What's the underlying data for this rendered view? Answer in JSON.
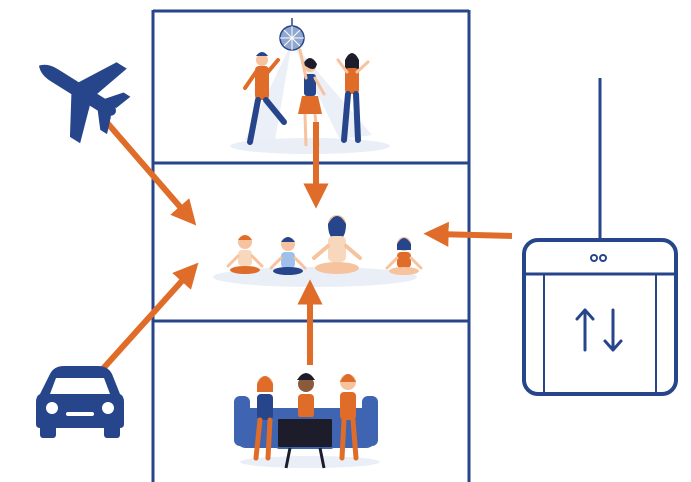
{
  "colors": {
    "frame": "#27458a",
    "arrow": "#e06c2a",
    "skin": "#f6c39e",
    "shadow": "#e9eef7",
    "sofa": "#3f64b1",
    "tv": "#1c1c2a",
    "disco": "#8fa6cf"
  },
  "icons": {
    "plane": "airplane-icon",
    "car": "car-icon",
    "elevator": "elevator-icon",
    "elevator_arrows": "up-down-arrows-icon"
  },
  "floors": {
    "top": {
      "scene": "party-dancing-illustration"
    },
    "middle": {
      "scene": "meditation-group-illustration"
    },
    "bottom": {
      "scene": "friends-watching-tv-illustration"
    }
  }
}
